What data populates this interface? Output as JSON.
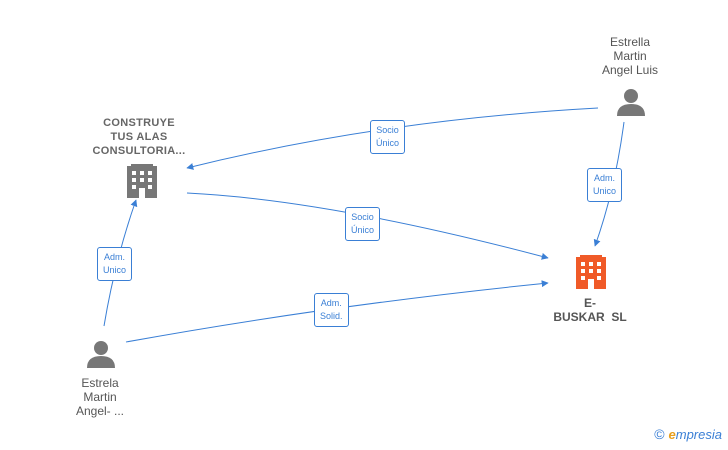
{
  "colors": {
    "edge": "#3a7fd5",
    "person_icon": "#777777",
    "company_icon": "#777777",
    "main_company_icon": "#f05a28"
  },
  "nodes": {
    "estrella_luis": {
      "line1": "Estrella",
      "line2": "Martin",
      "line3": "Angel Luis",
      "icon": "person-icon"
    },
    "construye": {
      "line1": "CONSTRUYE",
      "line2": "TUS ALAS",
      "line3": "CONSULTORIA...",
      "icon": "building-icon"
    },
    "ebuskar": {
      "line1": "E-",
      "line2": "BUSKAR  SL",
      "icon": "building-icon"
    },
    "estrela_angel": {
      "line1": "Estrela",
      "line2": "Martin",
      "line3": "Angel- ...",
      "icon": "person-icon"
    }
  },
  "edges": {
    "luis_to_construye": {
      "line1": "Socio",
      "line2": "Único"
    },
    "luis_to_ebuskar": {
      "line1": "Adm.",
      "line2": "Unico"
    },
    "construye_to_ebuskar": {
      "line1": "Socio",
      "line2": "Único"
    },
    "angel_to_construye": {
      "line1": "Adm.",
      "line2": "Unico"
    },
    "angel_to_ebuskar": {
      "line1": "Adm.",
      "line2": "Solid."
    }
  },
  "brand": {
    "copyright": "©",
    "e": "e",
    "rest": "mpresia"
  }
}
